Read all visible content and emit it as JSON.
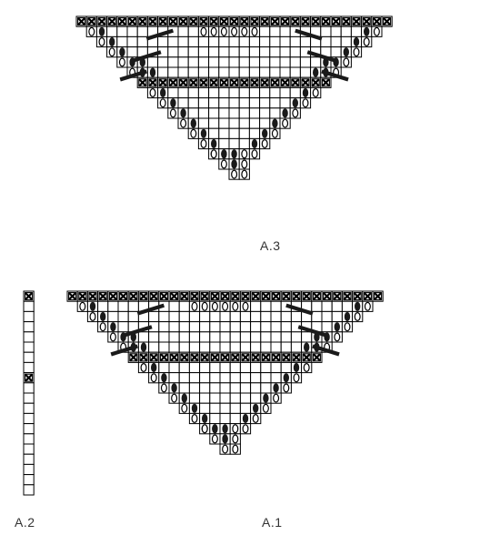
{
  "colors": {
    "line": "#000000",
    "fill": "#ffffff",
    "bar": "#1a1a1a",
    "text": "#333333"
  },
  "symbols": {
    "cross": "x-box-icon",
    "yarn_over": "open-oval-icon",
    "twisted": "filled-oval-icon",
    "decrease": "diagonal-bar-icon",
    "knit": "empty-square"
  },
  "charts": {
    "a3": {
      "label": "A.3"
    },
    "a1": {
      "label": "A.1"
    },
    "a2": {
      "label": "A.2"
    }
  }
}
